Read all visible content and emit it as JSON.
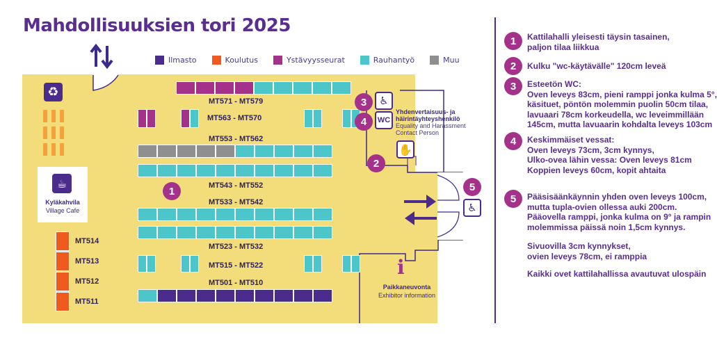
{
  "title": "Mahdollisuuksien tori 2025",
  "legend": [
    {
      "label": "Ilmasto",
      "color": "#4b2b8c"
    },
    {
      "label": "Koulutus",
      "color": "#f05a1e"
    },
    {
      "label": "Ystävyysseurat",
      "color": "#a5328a"
    },
    {
      "label": "Rauhantyö",
      "color": "#4cc6c8"
    },
    {
      "label": "Muu",
      "color": "#8f8f8f"
    }
  ],
  "rows": {
    "r1": "MT571 - MT579",
    "r2": "MT563 - MT570",
    "r3": "MT553 - MT562",
    "r4": "MT543 - MT552",
    "r5": "MT533 - MT542",
    "r6": "MT523 - MT532",
    "r7": "MT515 - MT522",
    "r8": "MT501 - MT510"
  },
  "left_booths": [
    "MT514",
    "MT513",
    "MT512",
    "MT511"
  ],
  "cafe": {
    "name": "Kyläkahvila",
    "name_en": "Village Cafe"
  },
  "equality": {
    "line1": "Yhdenvertaisuus- ja",
    "line2": "häirintäyhteyshenkilö",
    "en1": "Equality and Harassment",
    "en2": "Contact Person"
  },
  "info": {
    "name": "Paikkaneuvonta",
    "name_en": "Exhibitor information",
    "icon": "i"
  },
  "map_markers": {
    "m1": "1",
    "m2": "2",
    "m3": "3",
    "m4": "4",
    "m5": "5"
  },
  "wc_label": "WC",
  "icons": [
    "recycle-icon",
    "cafe-icon",
    "wheelchair-icon",
    "hand-icon",
    "info-icon",
    "arrow-icon"
  ],
  "notes": {
    "n1": {
      "num": "1",
      "lines": [
        "Kattilahalli yleisesti täysin tasainen,",
        "paljon tilaa liikkua"
      ]
    },
    "n2": {
      "num": "2",
      "lines": [
        "Kulku \"wc-käytävälle\" 120cm leveä"
      ]
    },
    "n3": {
      "num": "3",
      "lines": [
        "Esteetön WC:",
        "Oven leveys 83cm, pieni ramppi jonka kulma 5°,",
        "käsituet, pöntön molemmin puolin 50cm tilaa,",
        "lavuaari 78cm korkeudella, wc leveimmillään",
        "145cm, mutta lavuaarin kohdalta leveys 103cm"
      ]
    },
    "n4": {
      "num": "4",
      "lines": [
        "Keskimmäiset vessat:",
        "Oven leveys 73cm, 3cm kynnys,",
        "Ulko-ovea lähin vessa: Oven leveys 81cm",
        "Koppien leveys 60cm, kopit ahtaita"
      ]
    },
    "n5": {
      "num": "5",
      "lines": [
        "Pääsisäänkäynnin yhden oven leveys 100cm,",
        "mutta tupla-ovien ollessa auki 200cm.",
        "Pääovella ramppi, jonka kulma on 9° ja rampin",
        "molemmissa päissä noin 1,5cm kynnys."
      ]
    },
    "n6": {
      "lines": [
        "Sivuovilla 3cm kynnykset,",
        "ovien leveys 78cm, ei ramppia"
      ]
    },
    "n7": {
      "lines": [
        "Kaikki ovet kattilahallissa avautuvat ulospäin"
      ]
    }
  }
}
